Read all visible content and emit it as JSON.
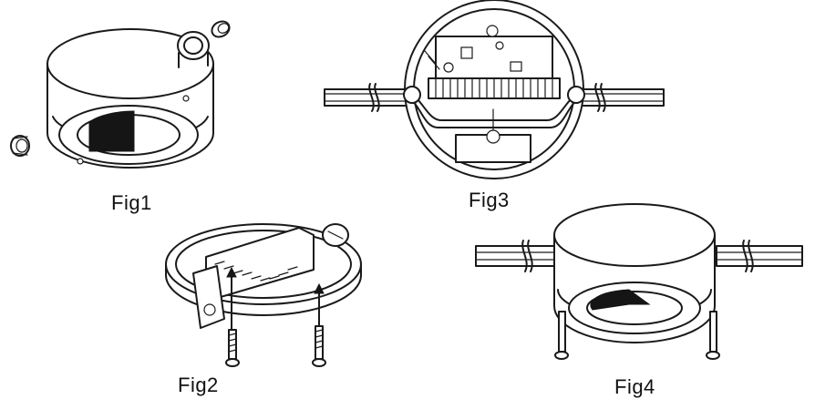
{
  "figures": [
    {
      "id": "fig1",
      "label": "Fig1"
    },
    {
      "id": "fig2",
      "label": "Fig2"
    },
    {
      "id": "fig3",
      "label": "Fig3"
    },
    {
      "id": "fig4",
      "label": "Fig4"
    }
  ]
}
